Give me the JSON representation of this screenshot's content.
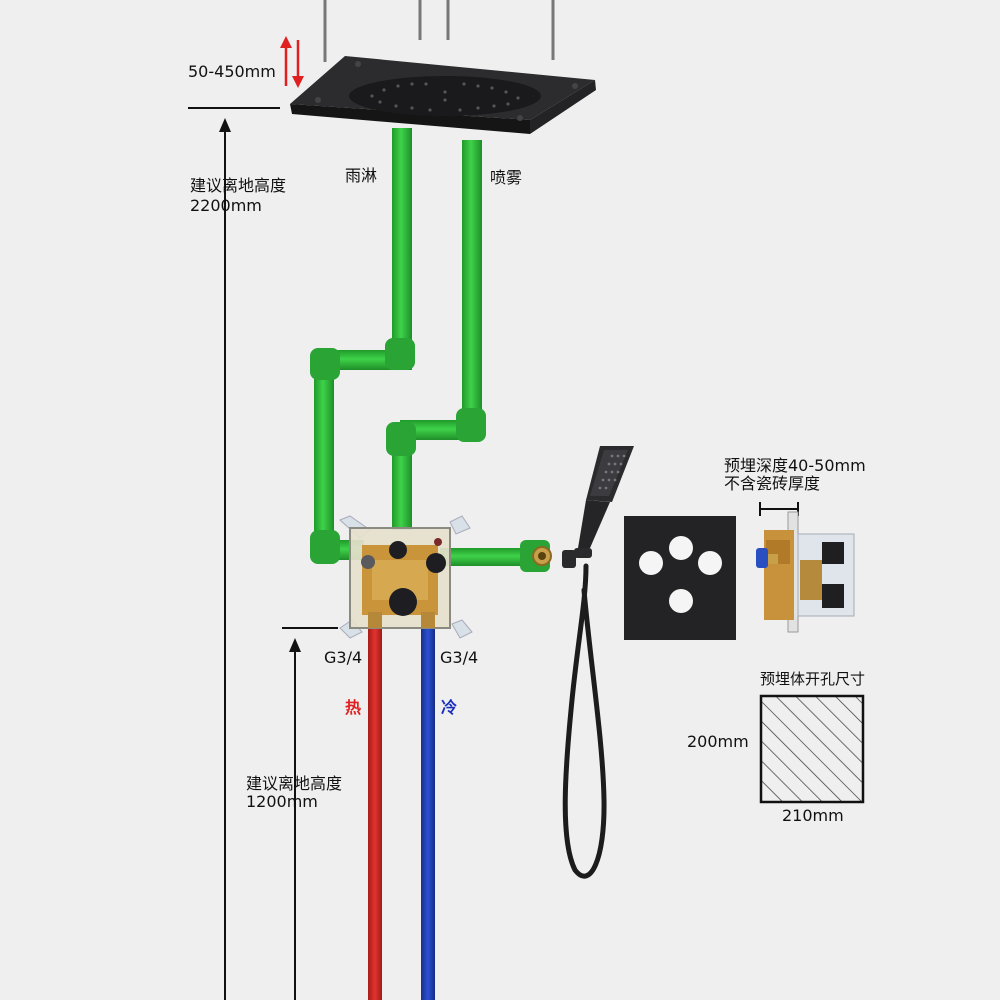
{
  "labels": {
    "ceiling_range": "50-450mm",
    "rain": "雨淋",
    "mist": "喷雾",
    "height_top_line1": "建议离地高度",
    "height_top_line2": "2200mm",
    "depth_line1": "预埋深度40-50mm",
    "depth_line2": "不含瓷砖厚度",
    "hot_thread": "G3/4",
    "cold_thread": "G3/4",
    "hot": "热",
    "cold": "冷",
    "cutout_title": "预埋体开孔尺寸",
    "cutout_height": "200mm",
    "cutout_width": "210mm",
    "height_bottom_line1": "建议离地高度",
    "height_bottom_line2": "1200mm"
  },
  "colors": {
    "background": "#efefef",
    "pipe_green": "#2fb63a",
    "hot_pipe": "#d42a26",
    "cold_pipe": "#1f3fb4",
    "fixture_black": "#2a2a2c",
    "arrow_red": "#e02020"
  }
}
